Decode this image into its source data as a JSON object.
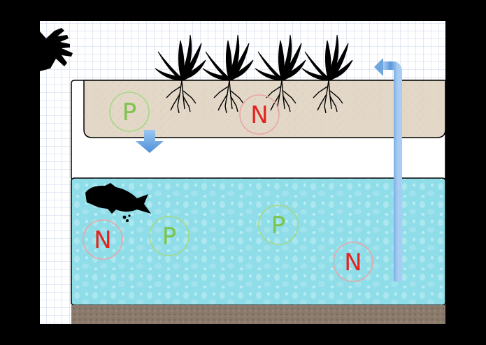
{
  "colors": {
    "frame": "#000000",
    "grid_paper": "#ffffff",
    "grid_line": "#b9c9e6",
    "grow_bed": "#e3d8c8",
    "air_gap": "#ffffff",
    "water": "#8fdde8",
    "gravel": "#8a7a6c",
    "pipe": "#6fa6e0",
    "phosphorus": "#7dc44a",
    "nitrogen": "#e0261f",
    "silhouette": "#000000"
  },
  "nutrients": [
    {
      "symbol": "P",
      "type": "phosphorus",
      "zone": "grow-bed"
    },
    {
      "symbol": "N",
      "type": "nitrogen",
      "zone": "grow-bed"
    },
    {
      "symbol": "N",
      "type": "nitrogen",
      "zone": "fish-tank"
    },
    {
      "symbol": "P",
      "type": "phosphorus",
      "zone": "fish-tank"
    },
    {
      "symbol": "P",
      "type": "phosphorus",
      "zone": "fish-tank"
    },
    {
      "symbol": "N",
      "type": "nitrogen",
      "zone": "fish-tank"
    }
  ],
  "icons": [
    "hand-icon",
    "plant-icon",
    "fish-icon",
    "drain-arrow-icon",
    "return-pipe-icon"
  ]
}
